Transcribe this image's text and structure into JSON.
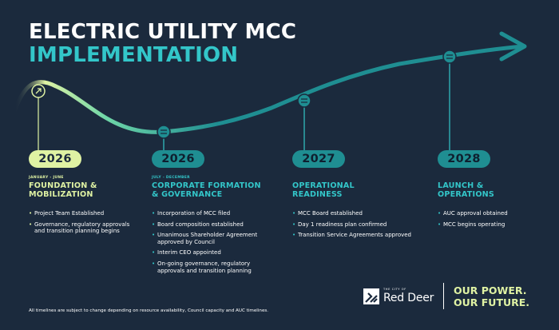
{
  "title": {
    "line1": "ELECTRIC UTILITY MCC",
    "line2": "IMPLEMENTATION"
  },
  "milestones": [
    {
      "year": "2026",
      "period": "JANUARY - JUNE",
      "phase": [
        "FOUNDATION &",
        "MOBILIZATION"
      ],
      "items": [
        "Project Team Established",
        "Governance, regulatory approvals and transition planning begins"
      ]
    },
    {
      "year": "2026",
      "period": "JULY - DECEMBER",
      "phase": [
        "CORPORATE FORMATION",
        "& GOVERNANCE"
      ],
      "items": [
        "Incorporation of MCC filed",
        "Board composition established",
        "Unanimous Shareholder Agreement approved by Council",
        "Interim CEO appointed",
        "On-going governance, regulatory approvals and transition planning"
      ]
    },
    {
      "year": "2027",
      "period": "",
      "phase": [
        "OPERATIONAL",
        "READINESS"
      ],
      "items": [
        "MCC Board established",
        "Day 1 readiness plan confirmed",
        "Transition Service Agreements approved"
      ]
    },
    {
      "year": "2028",
      "period": "",
      "phase": [
        "LAUNCH &",
        "OPERATIONS"
      ],
      "items": [
        "AUC approval obtained",
        "MCC begins operating"
      ]
    }
  ],
  "disclaimer": "All timelines are subject to change depending on resource availability, Council capacity and AUC timelines.",
  "logo": {
    "small": "THE CITY OF",
    "name": "Red Deer"
  },
  "slogan": {
    "line1": "OUR POWER.",
    "line2": "OUR FUTURE."
  },
  "colors": {
    "background": "#1b2a3d",
    "accent_teal": "#33c6c9",
    "accent_lime": "#dff2a3",
    "pill_teal": "#1f8e92"
  }
}
